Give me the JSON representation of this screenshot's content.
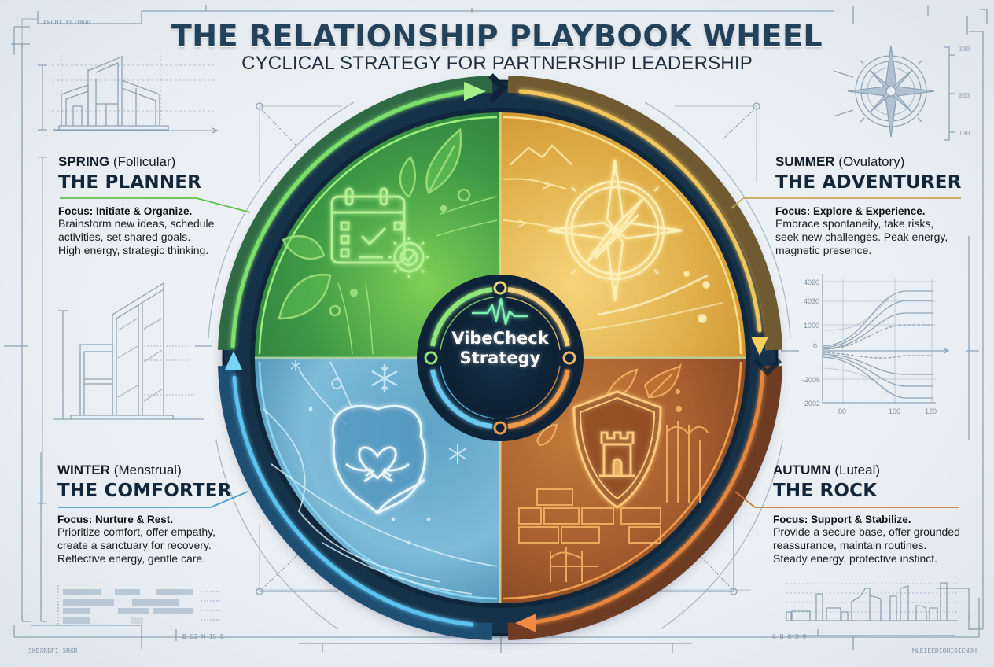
{
  "header": {
    "title": "THE RELATIONSHIP PLAYBOOK WHEEL",
    "subtitle": "CYCLICAL STRATEGY FOR PARTNERSHIP LEADERSHIP"
  },
  "center": {
    "line1": "VibeCheck",
    "line2": "Strategy",
    "icon": "heartbeat-pulse-icon"
  },
  "phases": [
    {
      "id": "spring",
      "season": "SPRING",
      "phase": "(Follicular)",
      "role": "THE PLANNER",
      "focus": "Focus: Initiate & Organize.",
      "desc": [
        "Brainstorm new ideas, schedule",
        "activities, set shared goals.",
        "High energy, strategic thinking."
      ],
      "color": "#5fbf4a",
      "icon": "calendar-gear-icon",
      "decor": "leaf-icon"
    },
    {
      "id": "summer",
      "season": "SUMMER",
      "phase": "(Ovulatory)",
      "role": "THE ADVENTURER",
      "focus": "Focus: Explore & Experience.",
      "desc": [
        "Embrace spontaneity, take risks,",
        "seek new challenges. Peak energy,",
        "magnetic presence."
      ],
      "color": "#e0a93a",
      "icon": "compass-icon",
      "decor": "mountain-icon"
    },
    {
      "id": "winter",
      "season": "WINTER",
      "phase": "(Menstrual)",
      "role": "THE COMFORTER",
      "focus": "Focus: Nurture & Rest.",
      "desc": [
        "Prioritize comfort, offer empathy,",
        "create a sanctuary for recovery.",
        "Reflective energy, gentle care."
      ],
      "color": "#4aa9d6",
      "icon": "hug-heart-icon",
      "decor": "snowflake-icon"
    },
    {
      "id": "autumn",
      "season": "AUTUMN",
      "phase": "(Luteal)",
      "role": "THE ROCK",
      "focus": "Focus: Support & Stabilize.",
      "desc": [
        "Provide a secure base, offer grounded",
        "reassurance, maintain routines.",
        "Steady energy, protective instinct."
      ],
      "color": "#d9783a",
      "icon": "shield-tower-icon",
      "decor": "autumn-leaf-icon"
    }
  ],
  "decorations": {
    "top_left_label": "ARCHITECTURAL",
    "compass_ticks": [
      "300",
      "003",
      "100"
    ],
    "graph": {
      "y_ticks": [
        "4020",
        "4030",
        "1000",
        "0",
        "-2006",
        "-2002"
      ],
      "x_ticks": [
        "80",
        "100",
        "120"
      ]
    },
    "bottom_left_label": "SKEXRBFI SRKR",
    "bottom_left_code": "B  S2  M  15  D",
    "bottom_right_label": "MLEIEEDIOHIOIENOH",
    "bottom_right_code": "G B G 3 9"
  },
  "colors": {
    "title": "#24415a",
    "ring_dark": "#14314a",
    "spring": "#5fbf4a",
    "summer": "#e0a93a",
    "winter": "#4aa9d6",
    "autumn": "#d9783a",
    "blueprint": "#7f96ab"
  }
}
